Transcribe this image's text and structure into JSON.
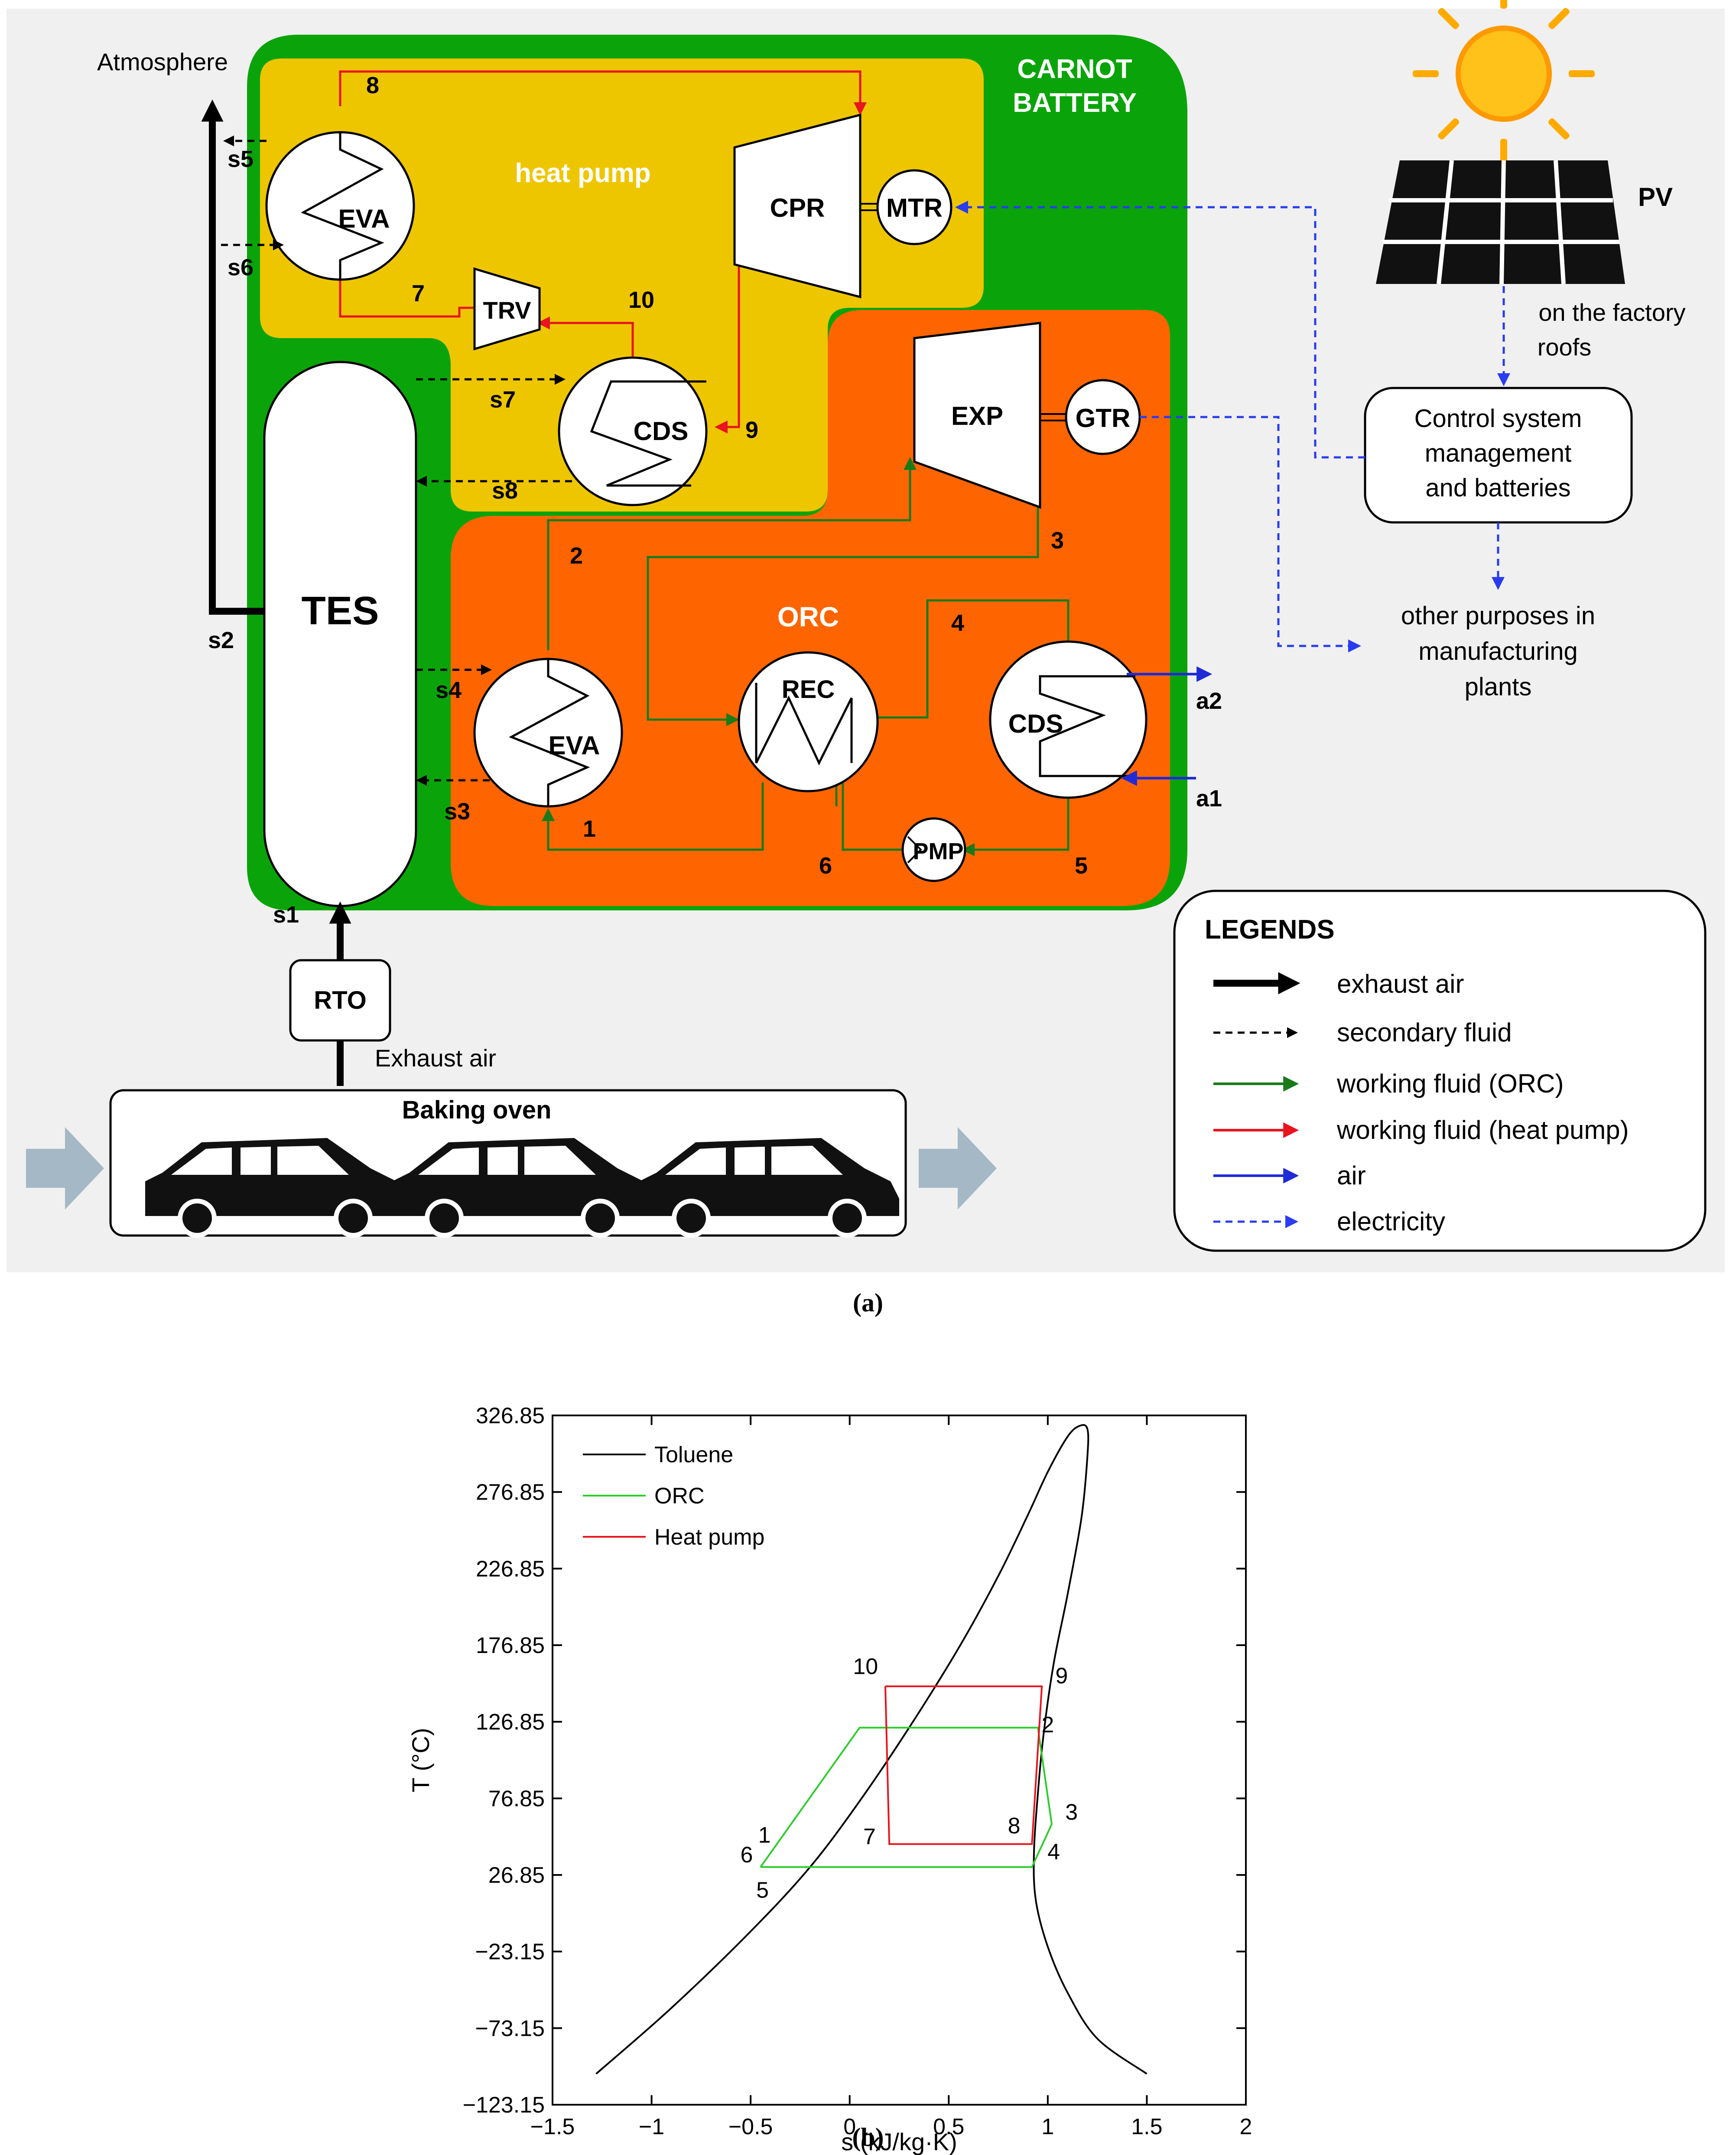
{
  "diagram": {
    "atmosphere": "Atmosphere",
    "carnot_battery": [
      "CARNOT",
      "BATTERY"
    ],
    "heat_pump": "heat pump",
    "orc": "ORC",
    "tes": "TES",
    "rto": "RTO",
    "exhaust_air": "Exhaust air",
    "baking_oven": "Baking oven",
    "pv": "PV",
    "pv_note": [
      "on the factory",
      "roofs"
    ],
    "control_box": [
      "Control system",
      "management",
      "and batteries"
    ],
    "other_purposes": [
      "other purposes in",
      "manufacturing",
      "plants"
    ],
    "components": {
      "eva_hp": "EVA",
      "cpr": "CPR",
      "mtr": "MTR",
      "trv": "TRV",
      "cds_hp": "CDS",
      "exp": "EXP",
      "gtr": "GTR",
      "eva_orc": "EVA",
      "rec": "REC",
      "cds_orc": "CDS",
      "pmp": "PMP"
    },
    "points": {
      "p8": "8",
      "p7": "7",
      "p10": "10",
      "p9": "9",
      "p2": "2",
      "p3": "3",
      "p4": "4",
      "p1": "1",
      "p6": "6",
      "p5": "5",
      "s1": "s1",
      "s2": "s2",
      "s3": "s3",
      "s4": "s4",
      "s5": "s5",
      "s6": "s6",
      "s7": "s7",
      "s8": "s8",
      "a1": "a1",
      "a2": "a2"
    },
    "legend": {
      "title": "LEGENDS",
      "items": [
        {
          "label": "exhaust air",
          "color": "#000000"
        },
        {
          "label": "secondary fluid",
          "color": "#000000"
        },
        {
          "label": "working fluid (ORC)",
          "color": "#1a7a1a"
        },
        {
          "label": "working fluid (heat pump)",
          "color": "#e8141e"
        },
        {
          "label": "air",
          "color": "#1f2bd6"
        },
        {
          "label": "electricity",
          "color": "#2a3cf0"
        }
      ]
    },
    "colors": {
      "carnot_green": "#0aa40a",
      "heat_pump_yellow": "#eec600",
      "orc_orange": "#fe6500",
      "canvas_gray": "#f0f0f0",
      "arrow_gray": "#a4b8c6"
    }
  },
  "caption_a": "(a)",
  "caption_b": "(b)",
  "chart_data": {
    "type": "line",
    "xlabel": "s (kJ/kg·K)",
    "ylabel": "T (°C)",
    "xlim": [
      -1.5,
      2
    ],
    "ylim": [
      -123.15,
      326.85
    ],
    "xticks": [
      -1.5,
      -1,
      -0.5,
      0,
      0.5,
      1,
      1.5,
      2
    ],
    "xtick_labels": [
      "−1.5",
      "−1",
      "−0.5",
      "0",
      "0.5",
      "1",
      "1.5",
      "2"
    ],
    "yticks": [
      -123.15,
      -73.15,
      -23.15,
      26.85,
      76.85,
      126.85,
      176.85,
      226.85,
      276.85,
      326.85
    ],
    "ytick_labels": [
      "−123.15",
      "−73.15",
      "−23.15",
      "26.85",
      "76.85",
      "126.85",
      "176.85",
      "226.85",
      "276.85",
      "326.85"
    ],
    "grid": false,
    "legend_position": "top-left",
    "series": [
      {
        "name": "Toluene",
        "color": "#000000",
        "x": [
          -1.28,
          -0.9,
          -0.5,
          -0.2,
          0.05,
          0.3,
          0.55,
          0.75,
          0.9,
          1.0,
          1.1,
          1.16,
          1.2,
          1.2,
          1.17,
          1.1,
          1.03,
          0.98,
          0.95,
          0.93,
          0.94,
          1.0,
          1.1,
          1.25,
          1.5
        ],
        "y": [
          -103,
          -60,
          -10,
          32,
          75,
          123,
          175,
          222,
          262,
          290,
          313,
          320,
          318,
          300,
          260,
          210,
          165,
          120,
          80,
          40,
          10,
          -20,
          -50,
          -80,
          -103
        ]
      },
      {
        "name": "ORC",
        "color": "#2ccc2c",
        "x": [
          -0.45,
          0.05,
          0.95,
          1.02,
          0.92,
          -0.45,
          -0.45
        ],
        "y": [
          32,
          123,
          123,
          60,
          32,
          32,
          32
        ]
      },
      {
        "name": "Heat pump",
        "color": "#e8141e",
        "x": [
          0.18,
          0.2,
          0.92,
          0.97,
          0.18
        ],
        "y": [
          150,
          47,
          47,
          150,
          150
        ]
      }
    ],
    "annotations": [
      {
        "text": "10",
        "x": 0.08,
        "y": 158
      },
      {
        "text": "9",
        "x": 1.07,
        "y": 152
      },
      {
        "text": "2",
        "x": 1.0,
        "y": 120
      },
      {
        "text": "3",
        "x": 1.12,
        "y": 63
      },
      {
        "text": "8",
        "x": 0.83,
        "y": 54
      },
      {
        "text": "7",
        "x": 0.1,
        "y": 47
      },
      {
        "text": "4",
        "x": 1.03,
        "y": 37
      },
      {
        "text": "1",
        "x": -0.43,
        "y": 48
      },
      {
        "text": "6",
        "x": -0.52,
        "y": 35
      },
      {
        "text": "5",
        "x": -0.44,
        "y": 12
      }
    ]
  }
}
